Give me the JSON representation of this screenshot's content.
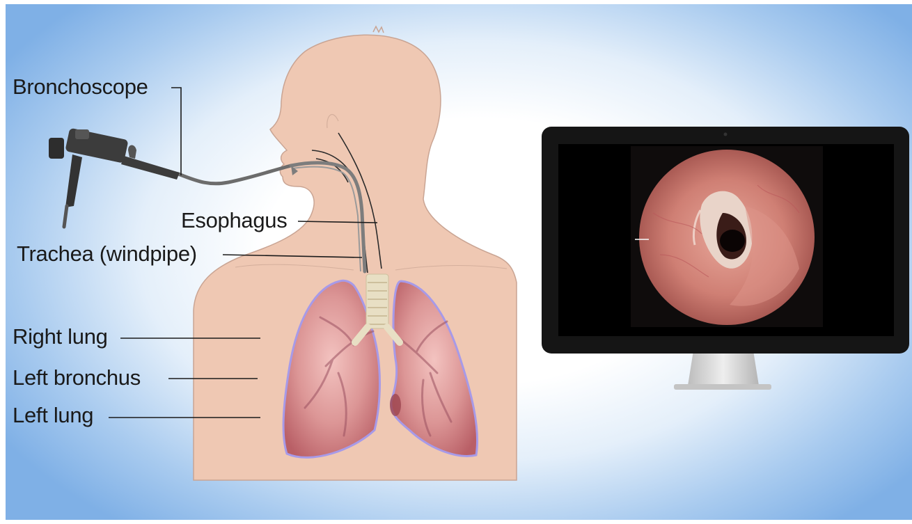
{
  "diagram": {
    "labels": {
      "bronchoscope": "Bronchoscope",
      "esophagus": "Esophagus",
      "trachea": "Trachea (windpipe)",
      "right_lung": "Right lung",
      "left_bronchus": "Left bronchus",
      "left_lung": "Left lung"
    },
    "colors": {
      "skin": "#efc8b3",
      "skin_outline": "#c9a493",
      "lung": "#d98f8f",
      "lung_outline": "#a79ae8",
      "trachea": "#e8dfc4",
      "scope": "#3c3c3c",
      "monitor_frame": "#151515",
      "monitor_stand": "#d2d2d2",
      "background_edge": "#7fb0e6"
    },
    "icons": {
      "monitor": "monitor-icon",
      "scope": "bronchoscope-icon",
      "airway_view": "endoscopic-view-icon"
    }
  }
}
